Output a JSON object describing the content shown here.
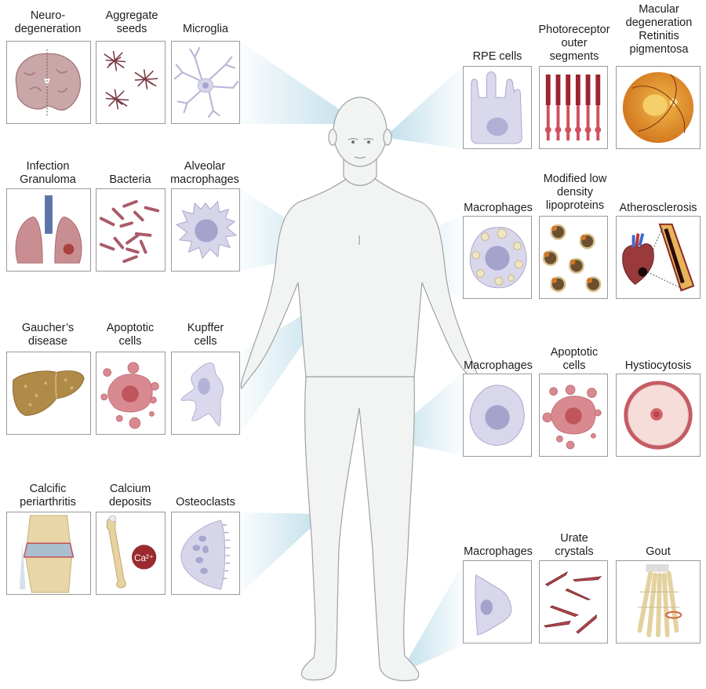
{
  "diagram": {
    "subject": "human-body",
    "beam_color": "#a9d3e3",
    "box_border_color": "#9a9a9a",
    "left_groups": [
      {
        "target": "brain",
        "panels": [
          {
            "label": "Neuro-\ndegeneration",
            "icon": "brain-section-icon"
          },
          {
            "label": "Aggregate\nseeds",
            "icon": "protein-aggregates-icon"
          },
          {
            "label": "Microglia",
            "icon": "microglia-cell-icon"
          }
        ]
      },
      {
        "target": "lung",
        "panels": [
          {
            "label": "Infection\nGranuloma",
            "icon": "lungs-icon"
          },
          {
            "label": "Bacteria",
            "icon": "bacteria-rods-icon"
          },
          {
            "label": "Alveolar\nmacrophages",
            "icon": "alveolar-macrophage-icon"
          }
        ]
      },
      {
        "target": "liver",
        "panels": [
          {
            "label": "Gaucher’s\ndisease",
            "icon": "liver-icon"
          },
          {
            "label": "Apoptotic\ncells",
            "icon": "apoptotic-cell-icon"
          },
          {
            "label": "Kupffer\ncells",
            "icon": "kupffer-cell-icon"
          }
        ]
      },
      {
        "target": "knee",
        "panels": [
          {
            "label": "Calcific\nperiarthritis",
            "icon": "knee-joint-icon"
          },
          {
            "label": "Calcium\ndeposits",
            "icon": "bone-calcium-icon",
            "badge": "Ca²⁺"
          },
          {
            "label": "Osteoclasts",
            "icon": "osteoclast-icon"
          }
        ]
      }
    ],
    "right_groups": [
      {
        "target": "eye",
        "panels": [
          {
            "label": "RPE cells",
            "icon": "rpe-cell-icon"
          },
          {
            "label": "Photoreceptor\nouter\nsegments",
            "icon": "photoreceptors-icon"
          },
          {
            "label": "Macular\ndegeneration\nRetinitis\npigmentosa",
            "icon": "retina-fundus-icon"
          }
        ]
      },
      {
        "target": "heart",
        "panels": [
          {
            "label": "Macrophages",
            "icon": "foam-cell-macrophage-icon"
          },
          {
            "label": "Modified low\ndensity\nlipoproteins",
            "icon": "ldl-particles-icon"
          },
          {
            "label": "Atherosclerosis",
            "icon": "heart-artery-icon"
          }
        ]
      },
      {
        "target": "skin",
        "panels": [
          {
            "label": "Macrophages",
            "icon": "macrophage-icon"
          },
          {
            "label": "Apoptotic\ncells",
            "icon": "apoptotic-cell-icon"
          },
          {
            "label": "Hystiocytosis",
            "icon": "skin-lesion-icon"
          }
        ]
      },
      {
        "target": "foot",
        "panels": [
          {
            "label": "Macrophages",
            "icon": "macrophage-flat-icon"
          },
          {
            "label": "Urate\ncrystals",
            "icon": "urate-crystals-icon"
          },
          {
            "label": "Gout",
            "icon": "foot-bones-icon"
          }
        ]
      }
    ]
  }
}
